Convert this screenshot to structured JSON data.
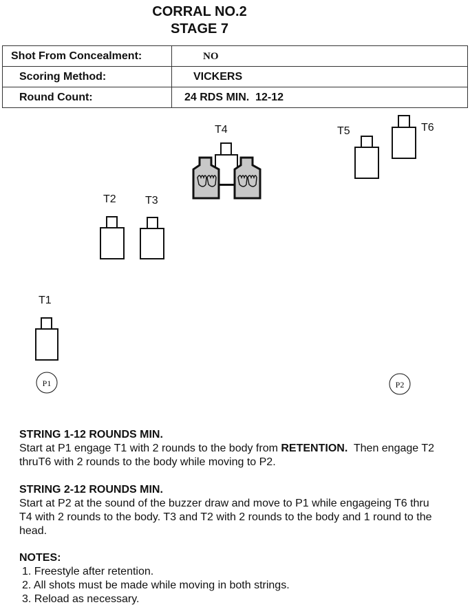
{
  "header": {
    "title_line1": "CORRAL NO.2",
    "title_line2": "STAGE 7"
  },
  "info": [
    {
      "label": "Shot From Concealment:",
      "value": "NO"
    },
    {
      "label": "Scoring Method:",
      "value": "VICKERS"
    },
    {
      "label": "Round Count:",
      "value": "24 RDS MIN.  12-12"
    }
  ],
  "targets": {
    "t1": "T1",
    "t2": "T2",
    "t3": "T3",
    "t4": "T4",
    "t5": "T5",
    "t6": "T6"
  },
  "positions": {
    "p1": "P1",
    "p2": "P2"
  },
  "string1": {
    "heading": "STRING 1-12 ROUNDS MIN.",
    "text_a": "Start at P1 engage T1 with 2 rounds to the body from ",
    "emphasis": "RETENTION.",
    "text_b": "  Then engage T2 thruT6 with 2 rounds to the body while moving to P2."
  },
  "string2": {
    "heading": "STRING 2-12 ROUNDS MIN.",
    "text": "Start at P2 at the sound of the buzzer draw and move to P1 while engageing T6 thru T4 with 2 rounds to the body. T3 and T2 with 2 rounds to the body and 1 round to the head."
  },
  "notes": {
    "heading": "NOTES:",
    "items": [
      "1. Freestyle after retention.",
      "2. All shots must be made while moving in both strings.",
      "3. Reload as necessary."
    ]
  }
}
